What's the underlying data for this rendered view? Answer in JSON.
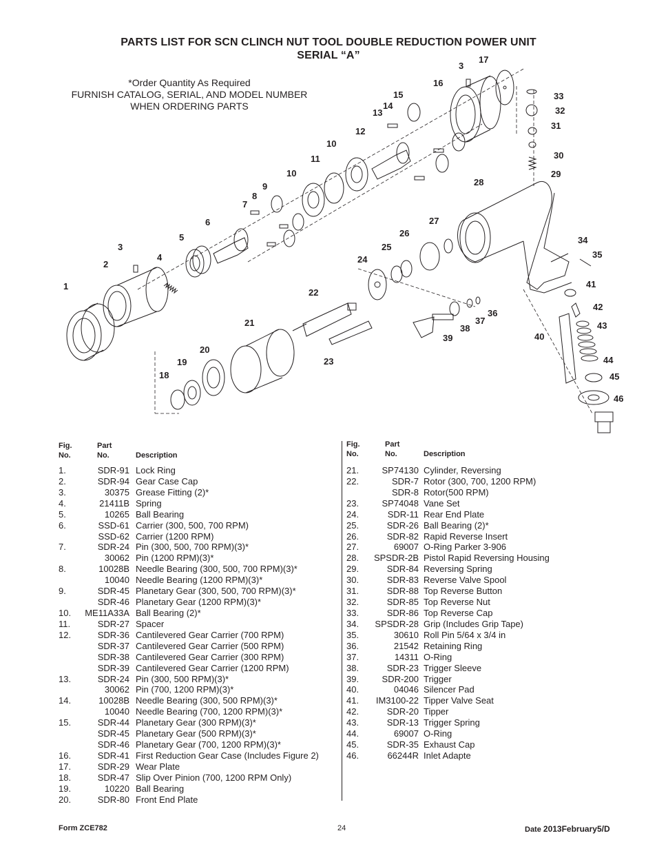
{
  "title": {
    "line1": "PARTS LIST FOR SCN CLINCH NUT TOOL DOUBLE REDUCTION POWER UNIT",
    "line2": "SERIAL “A”"
  },
  "order_note": {
    "line1": "*Order Quantity As Required",
    "line2": "FURNISH CATALOG, SERIAL, AND MODEL NUMBER",
    "line3": "WHEN ORDERING PARTS"
  },
  "diagram": {
    "callouts": [
      "1",
      "2",
      "3",
      "3",
      "4",
      "5",
      "6",
      "7",
      "8",
      "9",
      "10",
      "10",
      "11",
      "12",
      "13",
      "14",
      "15",
      "16",
      "17",
      "18",
      "19",
      "20",
      "21",
      "22",
      "23",
      "24",
      "25",
      "26",
      "27",
      "28",
      "29",
      "30",
      "31",
      "32",
      "33",
      "34",
      "35",
      "36",
      "37",
      "38",
      "39",
      "40",
      "41",
      "42",
      "43",
      "44",
      "45",
      "46"
    ]
  },
  "table_headers": {
    "fig1": "Fig.",
    "fig2": "No.",
    "part1": "Part",
    "part2": "No.",
    "desc": "Description"
  },
  "left_rows": [
    {
      "fig": "1.",
      "part": "SDR-91",
      "desc": "Lock Ring"
    },
    {
      "fig": "2.",
      "part": "SDR-94",
      "desc": "Gear Case Cap"
    },
    {
      "fig": "3.",
      "part": "30375",
      "desc": "Grease Fitting (2)*"
    },
    {
      "fig": "4.",
      "part": "21411B",
      "desc": "Spring"
    },
    {
      "fig": "5.",
      "part": "10265",
      "desc": "Ball Bearing"
    },
    {
      "fig": "6.",
      "part": "SSD-61",
      "desc": "Carrier (300, 500, 700 RPM)"
    },
    {
      "fig": "",
      "part": "SSD-62",
      "desc": "Carrier (1200 RPM)"
    },
    {
      "fig": "7.",
      "part": "SDR-24",
      "desc": "Pin (300, 500, 700 RPM)(3)*"
    },
    {
      "fig": "",
      "part": "30062",
      "desc": "Pin (1200 RPM)(3)*"
    },
    {
      "fig": "8.",
      "part": "10028B",
      "desc": "Needle Bearing (300, 500, 700 RPM)(3)*"
    },
    {
      "fig": "",
      "part": "10040",
      "desc": "Needle Bearing (1200 RPM)(3)*"
    },
    {
      "fig": "9.",
      "part": "SDR-45",
      "desc": "Planetary Gear (300, 500, 700 RPM)(3)*"
    },
    {
      "fig": "",
      "part": "SDR-46",
      "desc": "Planetary Gear (1200 RPM)(3)*"
    },
    {
      "fig": "10.",
      "part": "ME11A33A",
      "desc": "Ball Bearing (2)*"
    },
    {
      "fig": "11.",
      "part": "SDR-27",
      "desc": "Spacer"
    },
    {
      "fig": "12.",
      "part": "SDR-36",
      "desc": "Cantilevered Gear Carrier (700 RPM)"
    },
    {
      "fig": "",
      "part": "SDR-37",
      "desc": "Cantilevered Gear Carrier (500 RPM)"
    },
    {
      "fig": "",
      "part": "SDR-38",
      "desc": "Cantilevered Gear Carrier (300 RPM)"
    },
    {
      "fig": "",
      "part": "SDR-39",
      "desc": "Cantilevered Gear Carrier (1200 RPM)"
    },
    {
      "fig": "13.",
      "part": "SDR-24",
      "desc": "Pin (300, 500 RPM)(3)*"
    },
    {
      "fig": "",
      "part": "30062",
      "desc": "Pin (700, 1200 RPM)(3)*"
    },
    {
      "fig": "14.",
      "part": "10028B",
      "desc": "Needle Bearing (300, 500 RPM)(3)*"
    },
    {
      "fig": "",
      "part": "10040",
      "desc": "Needle Bearing (700, 1200 RPM)(3)*"
    },
    {
      "fig": "15.",
      "part": "SDR-44",
      "desc": "Planetary Gear (300 RPM)(3)*"
    },
    {
      "fig": "",
      "part": "SDR-45",
      "desc": "Planetary Gear (500 RPM)(3)*"
    },
    {
      "fig": "",
      "part": "SDR-46",
      "desc": "Planetary Gear (700, 1200 RPM)(3)*"
    },
    {
      "fig": "16.",
      "part": "SDR-41",
      "desc": "First Reduction Gear Case (Includes Figure 2)"
    },
    {
      "fig": "17.",
      "part": "SDR-29",
      "desc": "Wear Plate"
    },
    {
      "fig": "18.",
      "part": "SDR-47",
      "desc": "Slip Over Pinion (700, 1200 RPM Only)"
    },
    {
      "fig": "19.",
      "part": "10220",
      "desc": "Ball Bearing"
    },
    {
      "fig": "20.",
      "part": "SDR-80",
      "desc": "Front End Plate"
    }
  ],
  "right_rows": [
    {
      "fig": "21.",
      "part": "SP74130",
      "desc": "Cylinder, Reversing"
    },
    {
      "fig": "22.",
      "part": "SDR-7",
      "desc": "Rotor (300, 700, 1200 RPM)"
    },
    {
      "fig": "",
      "part": "SDR-8",
      "desc": "Rotor(500 RPM)"
    },
    {
      "fig": "23.",
      "part": "SP74048",
      "desc": "Vane Set"
    },
    {
      "fig": "24.",
      "part": "SDR-11",
      "desc": "Rear End Plate"
    },
    {
      "fig": "25.",
      "part": "SDR-26",
      "desc": "Ball Bearing (2)*"
    },
    {
      "fig": "26.",
      "part": "SDR-82",
      "desc": "Rapid Reverse Insert"
    },
    {
      "fig": "27.",
      "part": "69007",
      "desc": "O-Ring Parker 3-906"
    },
    {
      "fig": "28.",
      "part": "SPSDR-2B",
      "desc": "Pistol Rapid Reversing Housing"
    },
    {
      "fig": "29.",
      "part": "SDR-84",
      "desc": "Reversing Spring"
    },
    {
      "fig": "30.",
      "part": "SDR-83",
      "desc": "Reverse Valve Spool"
    },
    {
      "fig": "31.",
      "part": "SDR-88",
      "desc": "Top Reverse Button"
    },
    {
      "fig": "32.",
      "part": "SDR-85",
      "desc": "Top Reverse Nut"
    },
    {
      "fig": "33.",
      "part": "SDR-86",
      "desc": "Top Reverse Cap"
    },
    {
      "fig": "34.",
      "part": "SPSDR-28",
      "desc": "Grip (Includes Grip Tape)"
    },
    {
      "fig": "35.",
      "part": "30610",
      "desc": "Roll Pin 5/64 x 3/4 in"
    },
    {
      "fig": "36.",
      "part": "21542",
      "desc": "Retaining Ring"
    },
    {
      "fig": "37.",
      "part": "14311",
      "desc": "O-Ring"
    },
    {
      "fig": "38.",
      "part": "SDR-23",
      "desc": "Trigger Sleeve"
    },
    {
      "fig": "39.",
      "part": "SDR-200",
      "desc": "Trigger"
    },
    {
      "fig": "40.",
      "part": "04046",
      "desc": "Silencer Pad"
    },
    {
      "fig": "41.",
      "part": "IM3100-22",
      "desc": "Tipper Valve Seat"
    },
    {
      "fig": "42.",
      "part": "SDR-20",
      "desc": "Tipper"
    },
    {
      "fig": "43.",
      "part": "SDR-13",
      "desc": "Trigger Spring"
    },
    {
      "fig": "44.",
      "part": "69007",
      "desc": "O-Ring"
    },
    {
      "fig": "45.",
      "part": "SDR-35",
      "desc": "Exhaust Cap"
    },
    {
      "fig": "46.",
      "part": "66244R",
      "desc": "Inlet Adapte"
    }
  ],
  "footer": {
    "form": "Form ZCE782",
    "page": "24",
    "date_label": "Date",
    "date_value": "2013February5/D"
  }
}
